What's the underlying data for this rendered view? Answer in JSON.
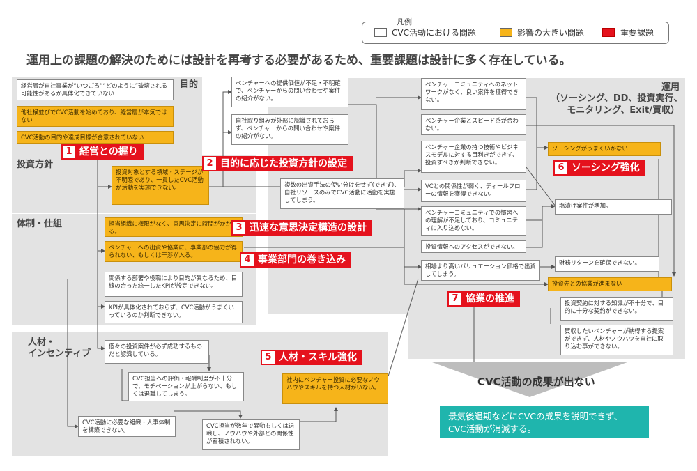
{
  "legend": {
    "title": "凡例",
    "items": [
      {
        "label": "CVC活動における問題",
        "color": "#ffffff"
      },
      {
        "label": "影響の大きい問題",
        "color": "#f6b41a"
      },
      {
        "label": "重要課題",
        "color": "#e5121d"
      }
    ]
  },
  "headline": "運用上の課題の解決のためには設計を再考する必要があるため、重要課題は設計に多く存在している。",
  "sections": {
    "purpose": "目的",
    "policy": "投資方針",
    "structure": "体制・仕組",
    "hr": "人材・\nインセンティブ",
    "operation": "運用\n（ソーシング、DD、投資実行、\nモニタリング、Exit/買収）"
  },
  "tags": [
    {
      "num": "1",
      "label": "経営との握り"
    },
    {
      "num": "2",
      "label": "目的に応じた投資方針の設定"
    },
    {
      "num": "3",
      "label": "迅速な意思決定構造の設計"
    },
    {
      "num": "4",
      "label": "事業部門の巻き込み"
    },
    {
      "num": "5",
      "label": "人材・スキル強化"
    },
    {
      "num": "6",
      "label": "ソーシング強化"
    },
    {
      "num": "7",
      "label": "協業の推進"
    }
  ],
  "boxes": {
    "b1": "経営層が自社事業が“いつごろ”“どのように”破壊される可能性があるか具体化できていない",
    "b2": "他社横並びでCVC活動を始めており、経営層が本気ではない",
    "b3": "CVC活動の目的や達成目標が合意されていない",
    "b4": "投資対象とする領域・ステージが不明瞭であり、一貫したCVC活動が活動を実施できない。",
    "b5": "担当組織に権限がなく、意思決定に時間がかかる。",
    "b6": "ベンチャーへの出資や協業に、事業部の協力が得られない、もしくは干渉が入る。",
    "b7": "関係する部署や役職により目的が異なるため、目線の合った統一したKPIが設定できない。",
    "b8": "KPIが具体化されておらず、CVC活動がうまくいっているのか判断できない。",
    "b9": "個々の投資案件が必ず成功するものだと認識している。",
    "b10": "CVC担当への評価・報酬制度が不十分で、モチベーションが上がらない、もしくは退職してしまう。",
    "b11": "CVC活動に必要な組織・人事体制を構築できない。",
    "b12": "CVC担当が数年で異動もしくは退職し、ノウハウや外部との関係性が蓄積されない。",
    "b13": "ベンチャーへの提供価値が不足・不明確で、ベンチャーからの問い合わせや案件の紹介がない。",
    "b14": "自社取り組みが外部に認識されておらず、ベンチャーからの問い合わせや案件の紹介がない。",
    "b15": "複数の出資手法の使い分けをせず(できず)、自社リソースのみでCVC活動に活動を実施してしまう。",
    "b16": "社内にベンチャー投資に必要なノウハウやスキルを持つ人材がいない。",
    "b17": "ベンチャーコミュニティへのネットワークがなく、良い案件を獲得できない。",
    "b18": "ベンチャー企業とスピード感が合わない。",
    "b19": "ベンチャー企業の持つ技術やビジネスモデルに対する目利きができず、投資すべきか判断できない。",
    "b20": "VCとの関係性が弱く、ディールフローの情報を獲得できない。",
    "b21": "ベンチャーコミュニティでの慣習への理解が不足しており、コミュニティに入り込めない。",
    "b22": "投資情報へのアクセスができない。",
    "b23": "相場より高いバリュエーション価格で出資してしまう。",
    "b24": "ソーシングがうまくいかない",
    "b25": "塩漬け案件が増加。",
    "b26": "財務リターンを確保できない。",
    "b27": "投資先との協業が進まない",
    "b28": "投資契約に対する知識が不十分で、目的に十分な契約ができない。",
    "b29": "買収したいベンチャーが納得する提案ができず、人材やノウハウを自社に取り込む事ができない。"
  },
  "outcome": "CVC活動の成果が出ない",
  "conclusion": "景気後退期などにCVCの成果を説明できず、CVC活動が消滅する。"
}
